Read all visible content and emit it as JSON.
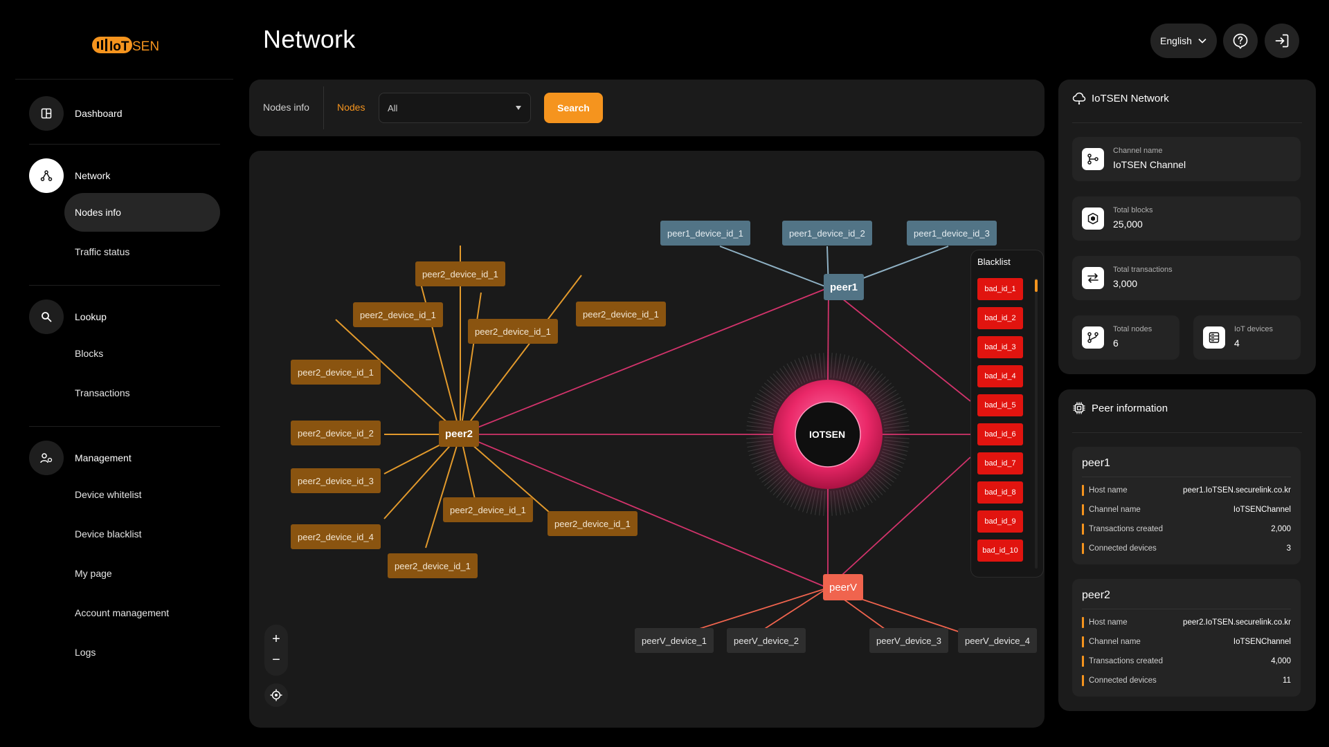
{
  "brand": {
    "logo_text": "IoTSEN",
    "accent": "#f5941e"
  },
  "sidebar": {
    "sections": [
      {
        "label": "Dashboard",
        "icon": "dashboard-icon",
        "items": []
      },
      {
        "label": "Network",
        "icon": "network-icon",
        "active": true,
        "items": [
          {
            "label": "Nodes info",
            "active": true
          },
          {
            "label": "Traffic status"
          }
        ]
      },
      {
        "label": "Lookup",
        "icon": "search-icon",
        "items": [
          {
            "label": "Blocks"
          },
          {
            "label": "Transactions"
          }
        ]
      },
      {
        "label": "Management",
        "icon": "management-icon",
        "items": [
          {
            "label": "Device whitelist"
          },
          {
            "label": "Device blacklist"
          },
          {
            "label": "My page"
          },
          {
            "label": "Account management"
          },
          {
            "label": "Logs"
          }
        ]
      }
    ]
  },
  "header": {
    "title": "Network",
    "language": "English"
  },
  "filter": {
    "tab_nodes_info": "Nodes info",
    "tab_nodes": "Nodes",
    "select_value": "All",
    "search_label": "Search"
  },
  "graph": {
    "core": "IOTSEN",
    "peer1": "peer1",
    "peer2": "peer2",
    "peerv": "peerV",
    "peer1_devices": [
      "peer1_device_id_1",
      "peer1_device_id_2",
      "peer1_device_id_3"
    ],
    "peer2_devices": [
      "peer2_device_id_1",
      "peer2_device_id_1",
      "peer2_device_id_1",
      "peer2_device_id_1",
      "peer2_device_id_1",
      "peer2_device_id_2",
      "peer2_device_id_3",
      "peer2_device_id_4",
      "peer2_device_id_1",
      "peer2_device_id_1",
      "peer2_device_id_1"
    ],
    "peerv_devices": [
      "peerV_device_1",
      "peerV_device_2",
      "peerV_device_3",
      "peerV_device_4"
    ],
    "blacklist_title": "Blacklist",
    "blacklist": [
      "bad_id_1",
      "bad_id_2",
      "bad_id_3",
      "bad_id_4",
      "bad_id_5",
      "bad_id_6",
      "bad_id_7",
      "bad_id_8",
      "bad_id_9",
      "bad_id_10"
    ],
    "zoom_in": "+",
    "zoom_out": "−"
  },
  "network_panel": {
    "title": "IoTSEN Network",
    "channel_label": "Channel name",
    "channel_value": "IoTSEN Channel",
    "blocks_label": "Total blocks",
    "blocks_value": "25,000",
    "tx_label": "Total transactions",
    "tx_value": "3,000",
    "nodes_label": "Total nodes",
    "nodes_value": "6",
    "iot_label": "IoT devices",
    "iot_value": "4"
  },
  "peer_panel": {
    "title": "Peer information",
    "peers": [
      {
        "name": "peer1",
        "rows": [
          {
            "key": "Host name",
            "value": "peer1.IoTSEN.securelink.co.kr"
          },
          {
            "key": "Channel name",
            "value": "IoTSENChannel"
          },
          {
            "key": "Transactions created",
            "value": "2,000"
          },
          {
            "key": "Connected devices",
            "value": "3"
          }
        ]
      },
      {
        "name": "peer2",
        "rows": [
          {
            "key": "Host name",
            "value": "peer2.IoTSEN.securelink.co.kr"
          },
          {
            "key": "Channel name",
            "value": "IoTSENChannel"
          },
          {
            "key": "Transactions created",
            "value": "4,000"
          },
          {
            "key": "Connected devices",
            "value": "11"
          }
        ]
      }
    ]
  }
}
